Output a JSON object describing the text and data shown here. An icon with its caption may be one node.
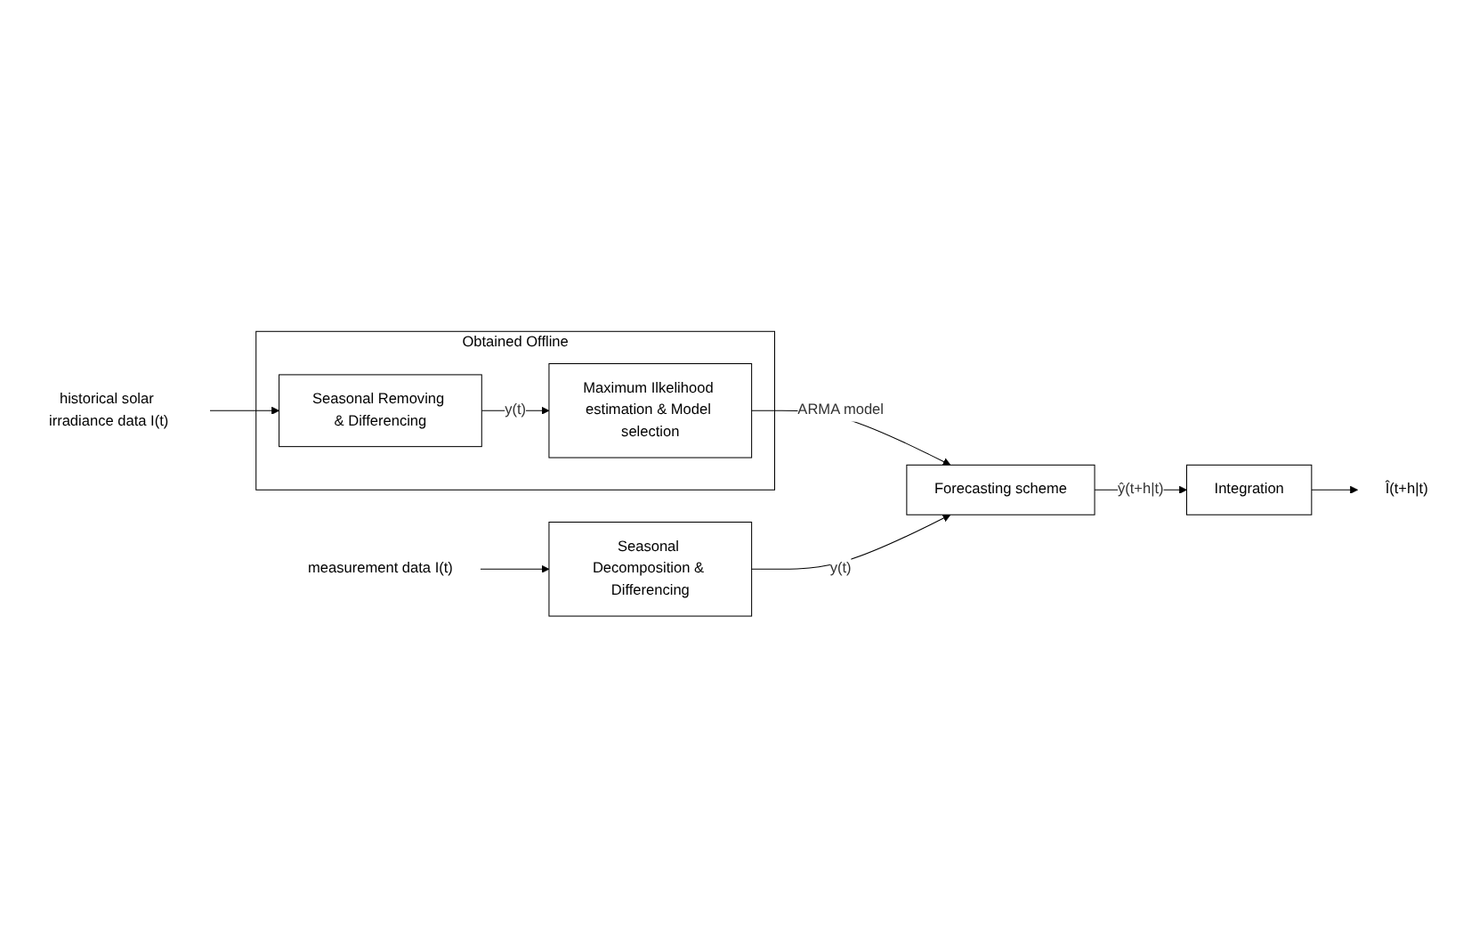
{
  "diagram": {
    "nodes": [
      {
        "text": [
          "Obtained Offline"
        ]
      },
      {
        "text": [
          "historical solar irradiance data I(t)"
        ]
      },
      {
        "text": [
          "Seasonal Removing & Differencing"
        ],
        "in": 0
      },
      {
        "text": [
          "Maximum Ilkelihood estimation & Model selection"
        ],
        "in": 0
      },
      {
        "text": [
          "measurement data I(t)"
        ]
      },
      {
        "text": [
          "Forecasting scheme"
        ]
      },
      {
        "text": [
          "Seasonal Decomposition & Differencing"
        ]
      },
      {
        "text": [
          "Integration"
        ]
      },
      {
        "text": [
          "Î(t+h|t)"
        ]
      }
    ],
    "edges": [
      {
        "from": 1,
        "to": 2,
        "arrow": "to"
      },
      {
        "from": 2,
        "to": 3,
        "arrow": "to",
        "label": "y(t)"
      },
      {
        "from": 3,
        "to": 5,
        "arrow": "to",
        "label": "ARMA model"
      },
      {
        "from": 4,
        "to": 6,
        "arrow": "to"
      },
      {
        "from": 6,
        "to": 5,
        "arrow": "to",
        "label": "y(t)"
      },
      {
        "from": 5,
        "to": 7,
        "arrow": "to",
        "label": "ŷ(t+h|t)"
      },
      {
        "from": 7,
        "to": 8,
        "arrow": "to"
      }
    ]
  }
}
